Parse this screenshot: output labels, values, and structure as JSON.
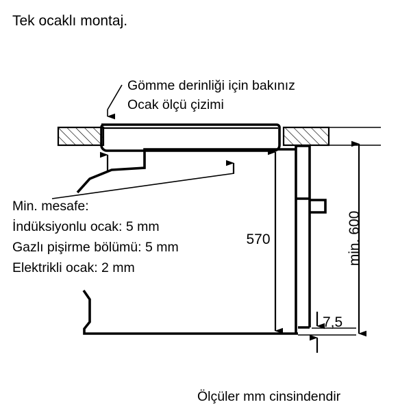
{
  "page": {
    "title": "Tek ocaklı montaj.",
    "footer": "Ölçüler mm cinsindendir",
    "background_color": "#ffffff",
    "line_color": "#000000"
  },
  "annotations": {
    "cooktop_note": {
      "line1": "Gömme derinliği için bakınız",
      "line2": "Ocak ölçü çizimi"
    },
    "clearance_note": {
      "line1": "Min. mesafe:",
      "line2": "İndüksiyonlu ocak: 5 mm",
      "line3": "Gazlı pişirme bölümü: 5 mm",
      "line4": "Elektrikli ocak: 2 mm"
    }
  },
  "dimensions": {
    "oven_height": "570",
    "bottom_gap": "7,5",
    "niche_height": "min. 600"
  }
}
